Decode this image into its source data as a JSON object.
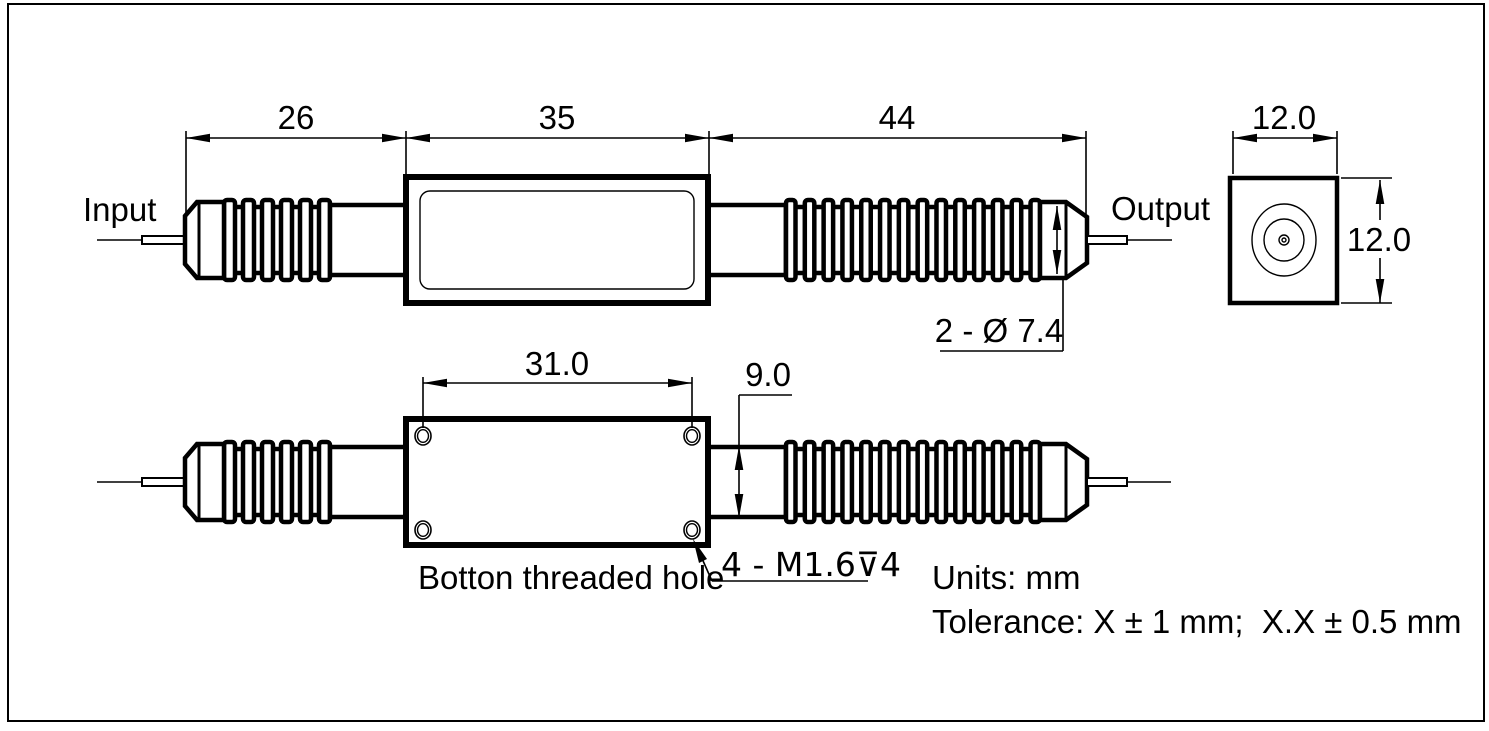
{
  "drawing": {
    "views": {
      "top": {
        "dims": {
          "left_boot": "26",
          "body": "35",
          "right_boot": "44"
        },
        "input_label": "Input",
        "output_label": "Output",
        "boot_note": "2 - Ø 7.4"
      },
      "end": {
        "dim_width": "12.0",
        "dim_height": "12.0"
      },
      "bottom": {
        "dims": {
          "hole_spacing": "31.0",
          "stub_diameter": "9.0"
        },
        "thread_note": "4 - M1.6⊽4",
        "caption": "Botton threaded hole"
      }
    },
    "notes": {
      "units": "Units: mm",
      "tolerance": "Tolerance: X ± 1 mm;  X.X ± 0.5 mm"
    },
    "colors": {
      "line": "#000000",
      "background": "#ffffff"
    }
  }
}
